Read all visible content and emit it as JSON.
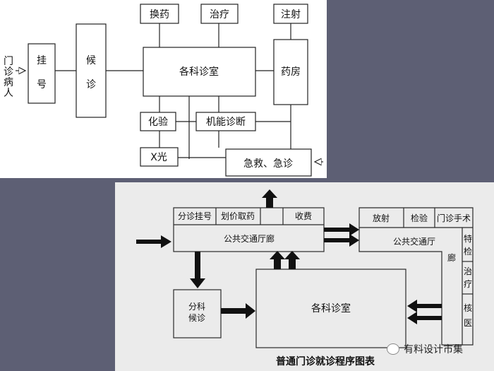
{
  "top_chart": {
    "entry_label": "门诊病人",
    "register": "挂号",
    "waiting": "候诊",
    "dept": "各科诊室",
    "change_dressing": "换药",
    "treatment": "治疗",
    "injection": "注射",
    "pharmacy": "药房",
    "lab_test": "化验",
    "function_diag": "机能诊断",
    "xray": "X光",
    "emergency": "急救、急诊"
  },
  "bottom_chart": {
    "registration": "分诊挂号",
    "pricing": "划价取药",
    "cashier": "收费",
    "corridor_left": "公共交通厅廊",
    "radiology": "放射",
    "exam": "检验",
    "surgery": "门诊手术",
    "corridor_right": "公共交通厅",
    "corridor_right_end": "廊",
    "special_exam": "特检",
    "therapy": "治疗",
    "nuclear": "核医",
    "dept_waiting": "分科候诊",
    "dept_rooms": "各科诊室",
    "caption": "普通门诊就诊程序图表"
  },
  "watermark": "有料设计市集"
}
